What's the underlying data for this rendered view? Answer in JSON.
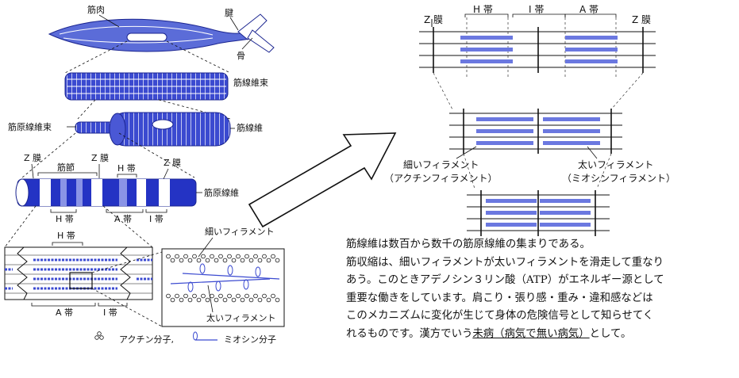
{
  "left_diagram": {
    "muscle": "筋肉",
    "tendon": "腱",
    "bone": "骨",
    "fiber_bundle": "筋線維束",
    "myofibril_bundle": "筋原線維束",
    "muscle_fiber": "筋線維",
    "z_membrane": "Z 膜",
    "sarcomere": "筋節",
    "h_band": "H 帯",
    "a_band": "A 帯",
    "i_band": "I 帯",
    "myofibril": "筋原線維",
    "thin_filament": "細いフィラメント",
    "thick_filament": "太いフィラメント",
    "legend_actin": "アクチン分子,",
    "legend_myosin": "ミオシン分子"
  },
  "right_diagram": {
    "z_membrane_left": "Z 膜",
    "h_band": "H 帯",
    "i_band": "I 帯",
    "a_band": "A 帯",
    "z_membrane_right": "Z 膜",
    "thin_filament_line1": "細いフィラメント",
    "thin_filament_line2": "（アクチンフィラメント）",
    "thick_filament_line1": "太いフィラメント",
    "thick_filament_line2": "（ミオシンフィラメント）"
  },
  "description": {
    "line1": "筋線維は数百から数千の筋原線維の集まりである。",
    "line2": "筋収縮は、細いフィラメントが太いフィラメントを滑走して重なり",
    "line3": "あう。このときアデノシン３リン酸（ATP）がエネルギー源として",
    "line4": "重要な働きをしています。肩こり・張り感・重み・違和感などは",
    "line5": "このメカニズムに変化が生じて身体の危険信号として知らせてく",
    "line6_pre": "れるものです。漢方でいう",
    "line6_term": "未病（病気で無い病気）",
    "line6_post": "として。"
  },
  "colors": {
    "myosin_blue": "#6b78e0",
    "fiber_blue": "#2f3fc8",
    "ink": "#111111"
  }
}
